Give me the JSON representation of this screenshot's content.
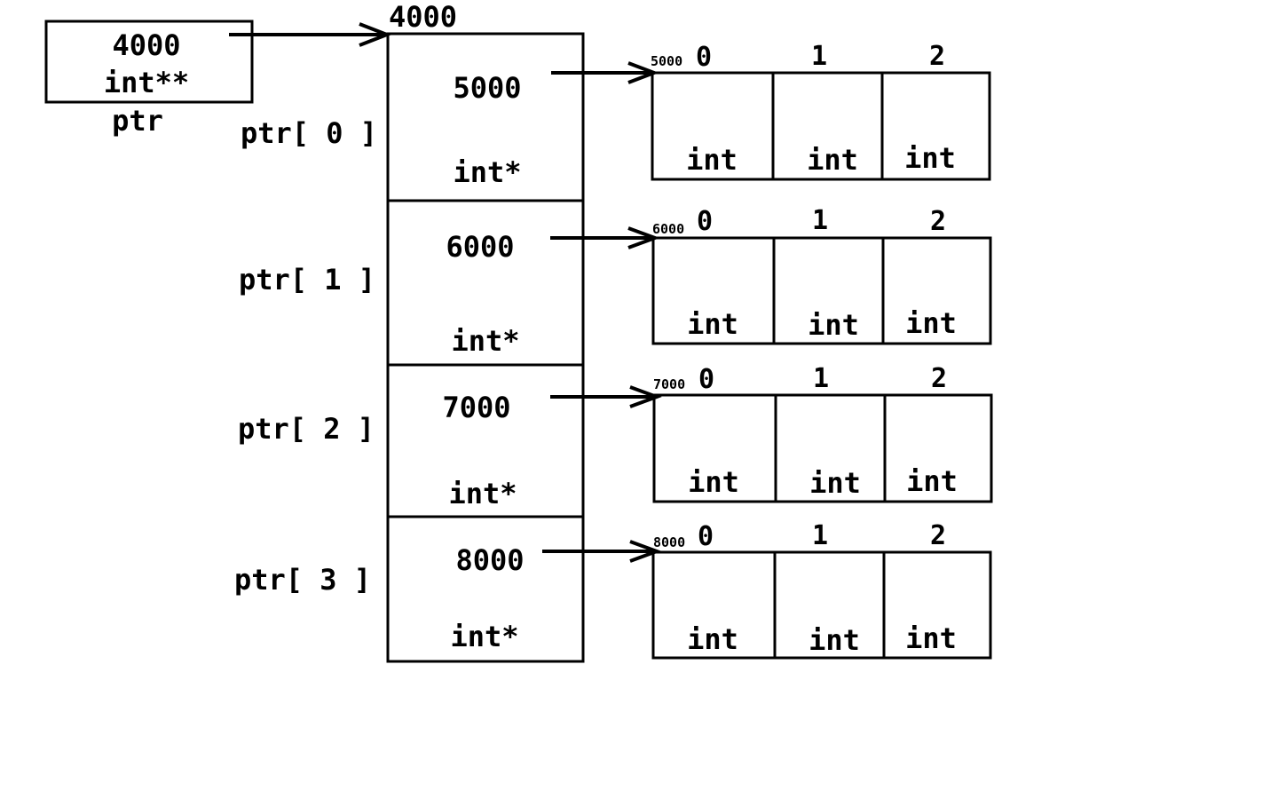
{
  "ptr_box": {
    "value": "4000",
    "type": "int**",
    "name": "ptr"
  },
  "pointer_array": {
    "address": "4000",
    "cells": [
      {
        "label": "ptr[ 0 ]",
        "value": "5000",
        "type": "int*"
      },
      {
        "label": "ptr[ 1 ]",
        "value": "6000",
        "type": "int*"
      },
      {
        "label": "ptr[ 2 ]",
        "value": "7000",
        "type": "int*"
      },
      {
        "label": "ptr[ 3 ]",
        "value": "8000",
        "type": "int*"
      }
    ]
  },
  "int_arrays": [
    {
      "address": "5000",
      "indices": [
        "0",
        "1",
        "2"
      ],
      "types": [
        "int",
        "int",
        "int"
      ]
    },
    {
      "address": "6000",
      "indices": [
        "0",
        "1",
        "2"
      ],
      "types": [
        "int",
        "int",
        "int"
      ]
    },
    {
      "address": "7000",
      "indices": [
        "0",
        "1",
        "2"
      ],
      "types": [
        "int",
        "int",
        "int"
      ]
    },
    {
      "address": "8000",
      "indices": [
        "0",
        "1",
        "2"
      ],
      "types": [
        "int",
        "int",
        "int"
      ]
    }
  ]
}
